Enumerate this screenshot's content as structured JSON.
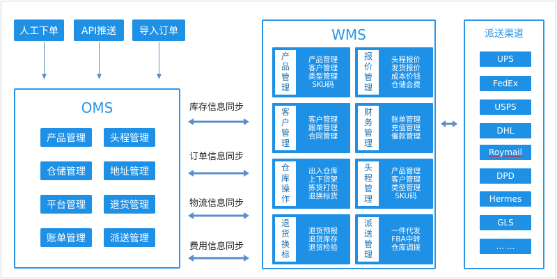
{
  "inputs": [
    "人工下单",
    "API推送",
    "导入订单"
  ],
  "oms": {
    "title": "OMS",
    "items": [
      "产品管理",
      "头程管理",
      "仓储管理",
      "地址管理",
      "平台管理",
      "退货管理",
      "账单管理",
      "派送管理"
    ]
  },
  "sync": [
    "库存信息同步",
    "订单信息同步",
    "物流信息同步",
    "费用信息同步"
  ],
  "wms": {
    "title": "WMS",
    "cells": [
      {
        "label": "产品管理",
        "lines": [
          "产品管理",
          "客户管理",
          "类型管理",
          "SKU码"
        ]
      },
      {
        "label": "报价管理",
        "lines": [
          "头程报价",
          "发货报价",
          "成本价钱",
          "仓储会费"
        ]
      },
      {
        "label": "客户管理",
        "lines": [
          "客户管理",
          "跟单管理",
          "合同管理"
        ]
      },
      {
        "label": "财务管理",
        "lines": [
          "账单管理",
          "充值管理",
          "催款管理"
        ]
      },
      {
        "label": "仓库操作",
        "lines": [
          "出入仓库",
          "上下货架",
          "拣货打包",
          "退换标货"
        ]
      },
      {
        "label": "头程管理",
        "lines": [
          "产品管理",
          "客户管理",
          "类型管理",
          "SKU码"
        ]
      },
      {
        "label": "退货换标",
        "lines": [
          "退货预报",
          "退货库存",
          "退货检验"
        ]
      },
      {
        "label": "派送管理",
        "lines": [
          "一件代发",
          "FBA中转",
          "仓库调拨"
        ]
      }
    ]
  },
  "channels": {
    "title": "派送渠道",
    "items": [
      "UPS",
      "FedEx",
      "USPS",
      "DHL",
      "Roymail",
      "DPD",
      "Hermes",
      "GLS",
      "... ..."
    ]
  },
  "colors": {
    "accent": "#1e90e6",
    "outline": "#2b96e8",
    "arrow": "#5b8fc9"
  }
}
